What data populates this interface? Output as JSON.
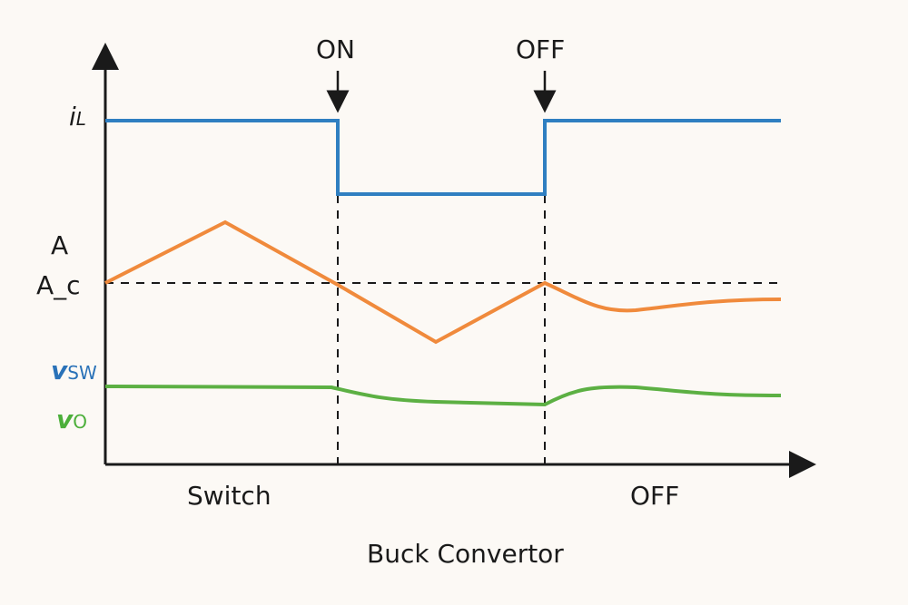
{
  "title": "Buck Convertor",
  "markers": {
    "on": "ON",
    "off": "OFF"
  },
  "y_labels": {
    "il_main": "i",
    "il_sub": "L",
    "a": "A",
    "a_c": "A_c",
    "vsw_main": "v",
    "vsw_sub": "SW",
    "vo_main": "v",
    "vo_sub": "O"
  },
  "x_labels": {
    "left": "Switch",
    "right": "OFF"
  },
  "colors": {
    "il": "#2f7fc1",
    "ramp": "#f08a3c",
    "vo": "#5cb043",
    "vsw_label": "#2a72b8",
    "axis": "#1a1a1a",
    "background": "#fcf9f5"
  }
}
